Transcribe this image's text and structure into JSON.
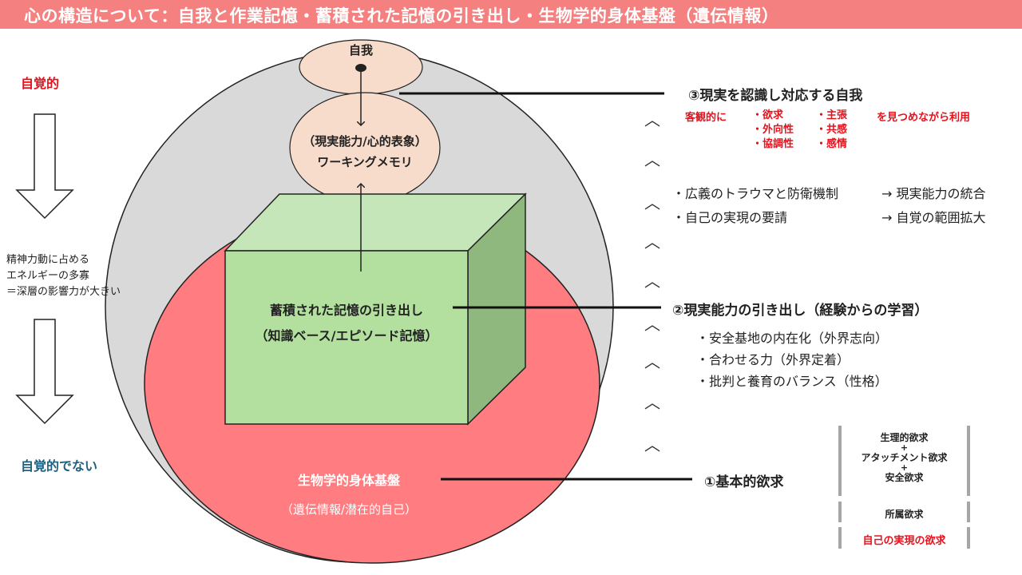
{
  "title": "心の構造について：自我と作業記憶・蓄積された記憶の引き出し・生物学的身体基盤（遺伝情報）",
  "left": {
    "conscious": "自覚的",
    "energy": [
      "精神力動に占める",
      "エネルギーの多寡",
      "＝深層の影響力が大きい"
    ],
    "unconscious": "自覚的でない"
  },
  "diagram": {
    "ego": "自我",
    "working_memory": [
      "（現実能力/心的表象）",
      "ワーキングメモリ"
    ],
    "stored_memory": [
      "蓄積された記憶の引き出し",
      "（知識ベース/エピソード記憶）"
    ],
    "bio_base": [
      "生物学的身体基盤",
      "（遺伝情報/潜在的自己）"
    ]
  },
  "carets": [
    "︿",
    "︿",
    "︿",
    "︿",
    "︿",
    "︿",
    "︿",
    "︿"
  ],
  "right": {
    "level3": {
      "title": "③現実を認識し対応する自我",
      "objective": "客観的に",
      "col1": [
        "・欲求",
        "・外向性",
        "・協調性"
      ],
      "col2": [
        "・主張",
        "・共感",
        "・感情"
      ],
      "tail": "を見つめながら利用"
    },
    "integration": [
      {
        "left": "・広義のトラウマと防衛機制",
        "right": "→ 現実能力の統合"
      },
      {
        "left": "・自己の実現の要請",
        "right": "→ 自覚の範囲拡大"
      }
    ],
    "level2": {
      "title": "②現実能力の引き出し（経験からの学習）",
      "items": [
        "・安全基地の内在化（外界志向）",
        "・合わせる力（外界定着）",
        "・批判と養育のバランス（性格）"
      ]
    },
    "level1": {
      "title": "①基本的欲求"
    },
    "needs": {
      "group1": [
        "生理的欲求",
        "+",
        "アタッチメント欲求",
        "+",
        "安全欲求"
      ],
      "belonging": "所属欲求",
      "self_actualization": "自己の実現の欲求"
    }
  }
}
